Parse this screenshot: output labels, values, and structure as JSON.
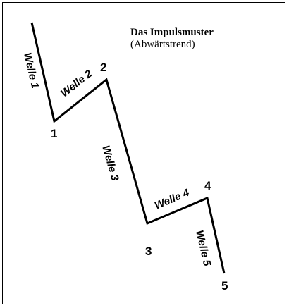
{
  "diagram": {
    "title": "Das Impulsmuster",
    "subtitle": "(Abwärtstrend)",
    "waves": [
      {
        "label": "Welle 1"
      },
      {
        "label": "Welle 2"
      },
      {
        "label": "Welle 3"
      },
      {
        "label": "Welle 4"
      },
      {
        "label": "Welle 5"
      }
    ],
    "points": [
      {
        "label": "1"
      },
      {
        "label": "2"
      },
      {
        "label": "3"
      },
      {
        "label": "4"
      },
      {
        "label": "5"
      }
    ],
    "line_color": "#000000"
  }
}
